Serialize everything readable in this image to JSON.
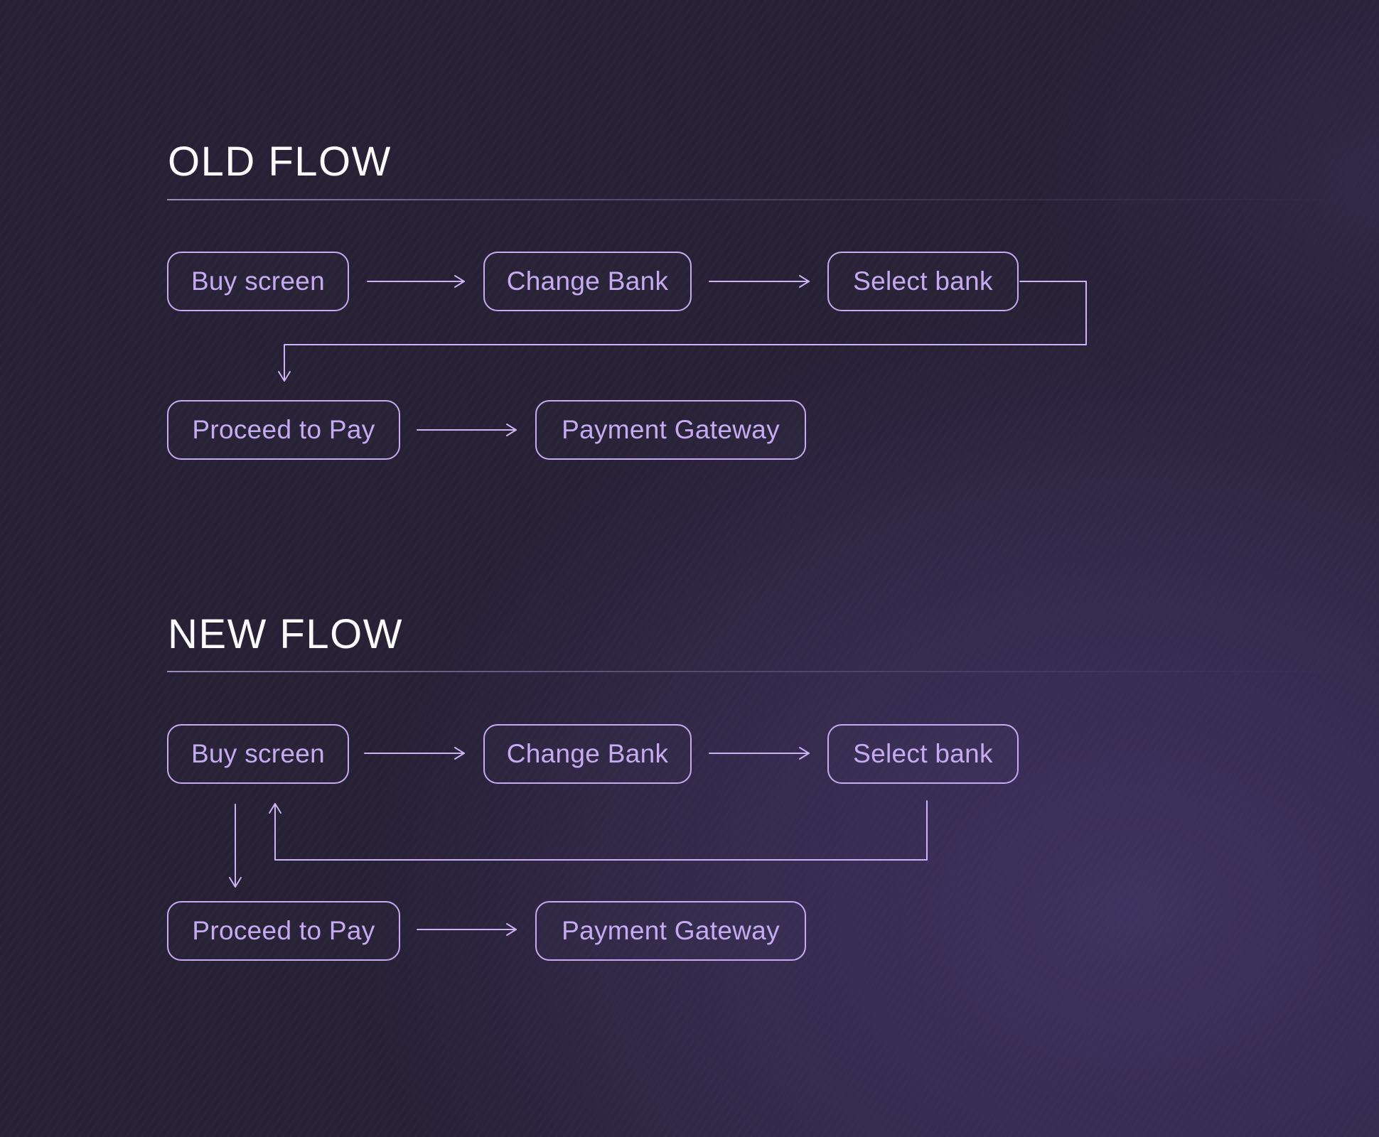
{
  "page": {
    "background_base": "#272136",
    "glow_color": "#3e3260",
    "accent_color": "#c7abf2",
    "title_color": "#fafafa"
  },
  "flows": [
    {
      "title": "OLD FLOW",
      "nodes": [
        {
          "id": "buy-screen",
          "label": "Buy screen"
        },
        {
          "id": "change-bank",
          "label": "Change Bank"
        },
        {
          "id": "select-bank",
          "label": "Select bank"
        },
        {
          "id": "proceed-to-pay",
          "label": "Proceed to Pay"
        },
        {
          "id": "payment-gateway",
          "label": "Payment Gateway"
        }
      ],
      "edges": [
        {
          "from": "buy-screen",
          "to": "change-bank"
        },
        {
          "from": "change-bank",
          "to": "select-bank"
        },
        {
          "from": "select-bank",
          "to": "proceed-to-pay"
        },
        {
          "from": "proceed-to-pay",
          "to": "payment-gateway"
        }
      ]
    },
    {
      "title": "NEW FLOW",
      "nodes": [
        {
          "id": "buy-screen",
          "label": "Buy screen"
        },
        {
          "id": "change-bank",
          "label": "Change Bank"
        },
        {
          "id": "select-bank",
          "label": "Select bank"
        },
        {
          "id": "proceed-to-pay",
          "label": "Proceed to Pay"
        },
        {
          "id": "payment-gateway",
          "label": "Payment Gateway"
        }
      ],
      "edges": [
        {
          "from": "buy-screen",
          "to": "change-bank"
        },
        {
          "from": "change-bank",
          "to": "select-bank"
        },
        {
          "from": "select-bank",
          "to": "buy-screen"
        },
        {
          "from": "buy-screen",
          "to": "proceed-to-pay"
        },
        {
          "from": "proceed-to-pay",
          "to": "payment-gateway"
        }
      ]
    }
  ]
}
